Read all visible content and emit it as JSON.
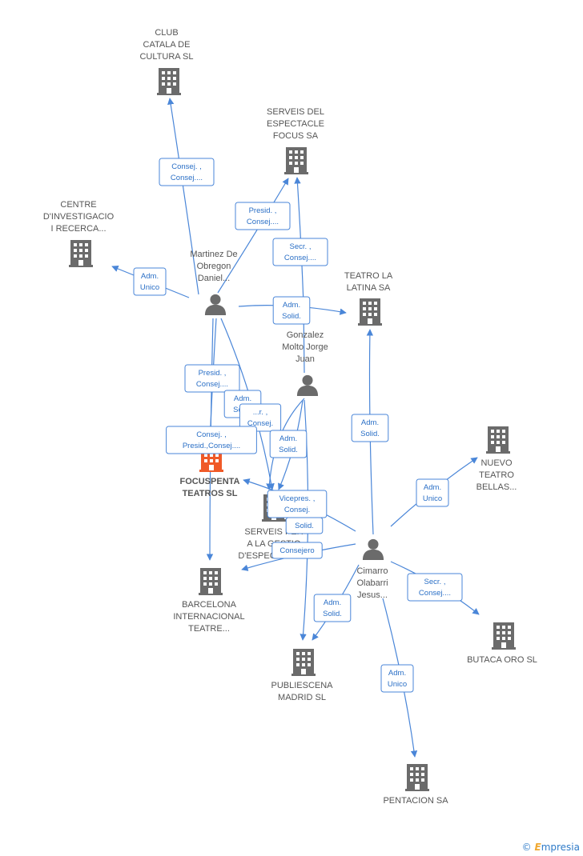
{
  "colors": {
    "edge": "#4a86d8",
    "edge_text": "#2a6fc6",
    "building": "#6b6b6b",
    "building_main": "#f05a28",
    "person": "#6b6b6b",
    "label": "#555555"
  },
  "nodes": [
    {
      "id": "club",
      "type": "company",
      "label": [
        "CLUB",
        "CATALA DE",
        "CULTURA SL"
      ]
    },
    {
      "id": "serveis_focus",
      "type": "company",
      "label": [
        "SERVEIS DEL",
        "ESPECTACLE",
        "FOCUS SA"
      ]
    },
    {
      "id": "centre",
      "type": "company",
      "label": [
        "CENTRE",
        "D'INVESTIGACIO",
        "I RECERCA..."
      ]
    },
    {
      "id": "teatro_latina",
      "type": "company",
      "label": [
        "TEATRO LA",
        "LATINA SA"
      ]
    },
    {
      "id": "martinez",
      "type": "person",
      "label": [
        "Martinez De",
        "Obregon",
        "Daniel..."
      ]
    },
    {
      "id": "gonzalez",
      "type": "person",
      "label": [
        "Gonzalez",
        "Molto Jorge",
        "Juan"
      ]
    },
    {
      "id": "focuspenta",
      "type": "company",
      "main": true,
      "label": [
        "FOCUSPENTA",
        "TEATROS SL"
      ]
    },
    {
      "id": "nuevo",
      "type": "company",
      "label": [
        "NUEVO",
        "TEATRO",
        "BELLAS..."
      ]
    },
    {
      "id": "serveis_gestio",
      "type": "company",
      "label": [
        "SERVEIS PER",
        "A LA GESTIO",
        "D'ESPECTACLES"
      ]
    },
    {
      "id": "cimarro",
      "type": "person",
      "label": [
        "Cimarro",
        "Olabarri",
        "Jesus..."
      ]
    },
    {
      "id": "barcelona",
      "type": "company",
      "label": [
        "BARCELONA",
        "INTERNACIONAL",
        "TEATRE..."
      ]
    },
    {
      "id": "butaca",
      "type": "company",
      "label": [
        "BUTACA ORO SL"
      ]
    },
    {
      "id": "publiescena",
      "type": "company",
      "label": [
        "PUBLIESCENA",
        "MADRID SL"
      ]
    },
    {
      "id": "pentacion",
      "type": "company",
      "label": [
        "PENTACION SA"
      ]
    }
  ],
  "edges": [
    {
      "from": "martinez",
      "to": "club",
      "label": [
        "Consej. ,",
        "Consej...."
      ]
    },
    {
      "from": "martinez",
      "to": "serveis_focus",
      "label": [
        "Presid. ,",
        "Consej...."
      ]
    },
    {
      "from": "gonzalez",
      "to": "serveis_focus",
      "label": [
        "Secr. ,",
        "Consej...."
      ]
    },
    {
      "from": "martinez",
      "to": "centre",
      "label": [
        "Adm.",
        "Unico"
      ]
    },
    {
      "from": "martinez",
      "to": "teatro_latina",
      "label": [
        "Adm.",
        "Solid."
      ]
    },
    {
      "from": "martinez",
      "to": "focuspenta",
      "label": [
        "Presid. ,",
        "Consej...."
      ]
    },
    {
      "from": "martinez",
      "to": "serveis_gestio",
      "label": [
        "Adm.",
        "Solid."
      ]
    },
    {
      "from": "gonzalez",
      "to": "focuspenta",
      "label": [
        "...r. ,",
        "Consej."
      ]
    },
    {
      "from": "martinez",
      "to": "barcelona",
      "label": [
        "Consej. ,",
        "Presid.,Consej...."
      ]
    },
    {
      "from": "gonzalez",
      "to": "serveis_gestio",
      "label": [
        "Adm.",
        "Solid."
      ]
    },
    {
      "from": "cimarro",
      "to": "teatro_latina",
      "label": [
        "Adm.",
        "Solid."
      ]
    },
    {
      "from": "cimarro",
      "to": "nuevo",
      "label": [
        "Adm.",
        "Unico"
      ]
    },
    {
      "from": "cimarro",
      "to": "focuspenta",
      "label": [
        "Vicepres. ,",
        "Consej."
      ]
    },
    {
      "from": "gonzalez",
      "to": "publiescena",
      "label": [
        "Solid."
      ]
    },
    {
      "from": "cimarro",
      "to": "barcelona",
      "label": [
        "Consejero"
      ]
    },
    {
      "from": "cimarro",
      "to": "butaca",
      "label": [
        "Secr. ,",
        "Consej...."
      ]
    },
    {
      "from": "cimarro",
      "to": "publiescena",
      "label": [
        "Adm.",
        "Solid."
      ]
    },
    {
      "from": "cimarro",
      "to": "pentacion",
      "label": [
        "Adm.",
        "Unico"
      ]
    }
  ],
  "brand": {
    "copyright": "©",
    "initial": "E",
    "rest": "mpresia"
  }
}
